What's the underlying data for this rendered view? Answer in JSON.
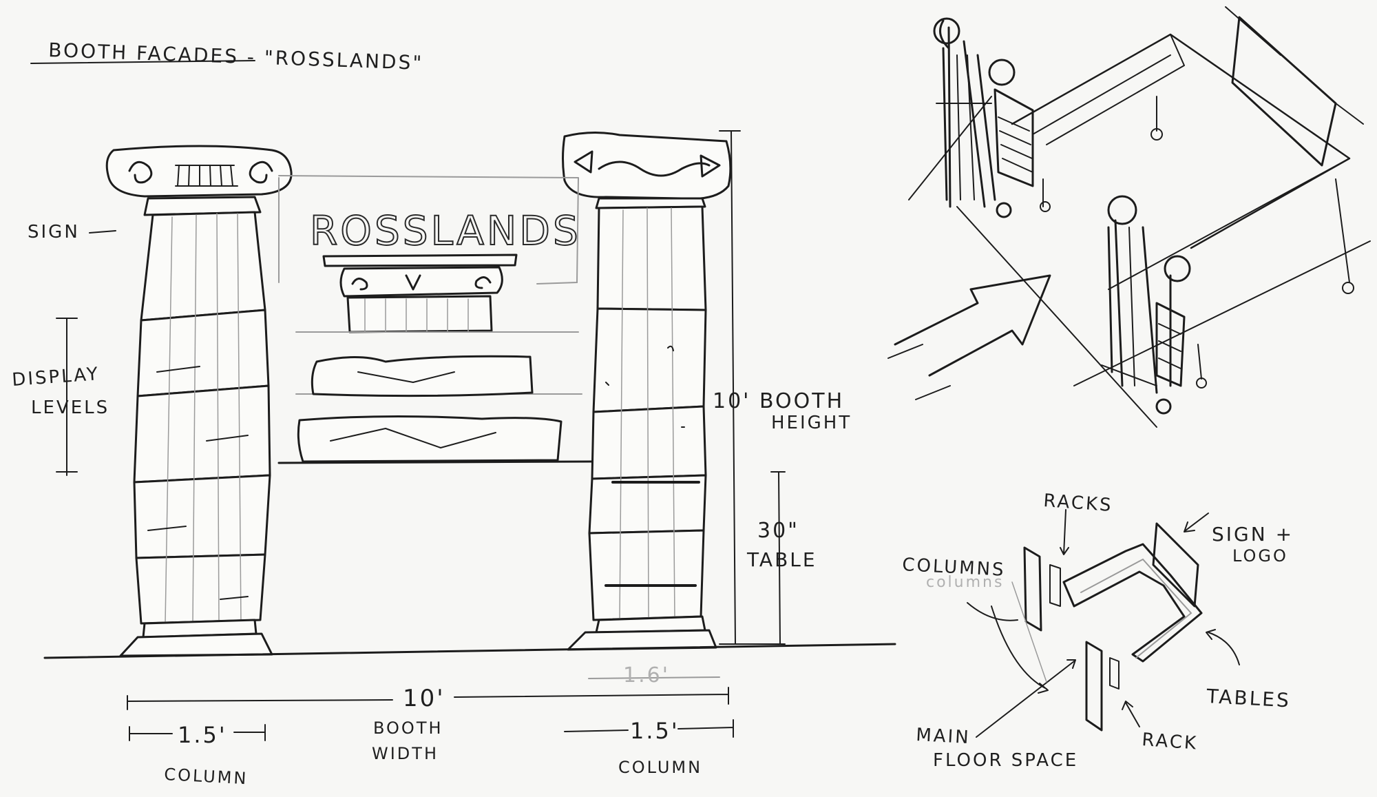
{
  "title": "BOOTH FACADES - \"ROSSLANDS\"",
  "sign_text": "ROSSLANDS",
  "elevation_labels": {
    "sign": "SIGN",
    "display_levels_1": "DISPLAY",
    "display_levels_2": "LEVELS",
    "booth_height_1": "10' BOOTH",
    "booth_height_2": "HEIGHT",
    "table_height_1": "30\"",
    "table_height_2": "TABLE"
  },
  "dimensions": {
    "total_width": "10'",
    "total_width_label_1": "BOOTH",
    "total_width_label_2": "WIDTH",
    "left_column_width": "1.5'",
    "left_column_label": "COLUMN",
    "right_column_width": "1.5'",
    "right_column_label": "COLUMN",
    "faint_right_width": "1.6'"
  },
  "plan_labels": {
    "racks": "RACKS",
    "columns": "COLUMNS",
    "columns_faint": "columns",
    "sign_logo_1": "SIGN +",
    "sign_logo_2": "LOGO",
    "tables": "TABLES",
    "rack": "RACK",
    "main_floor_1": "MAIN",
    "main_floor_2": "FLOOR SPACE"
  }
}
